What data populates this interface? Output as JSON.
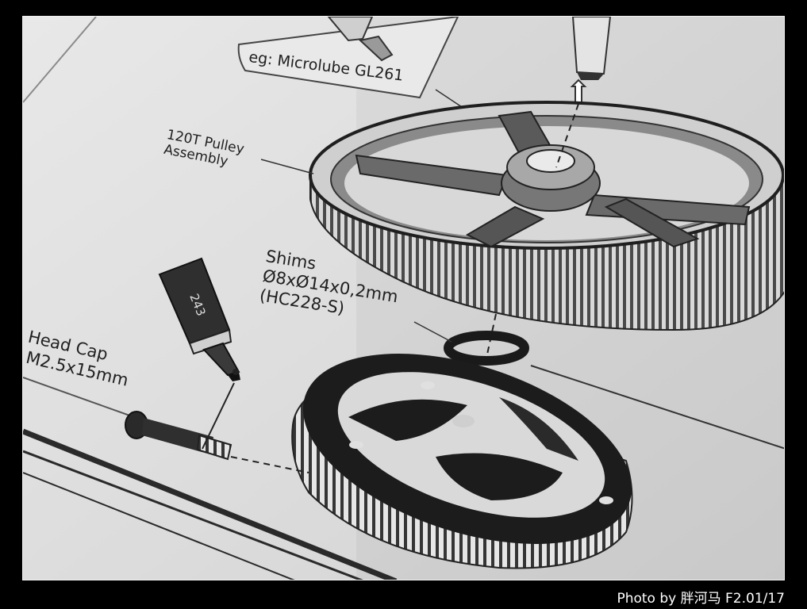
{
  "lubricant_label": "eg: Microlube GL261",
  "pulley_label": [
    "120T Pulley",
    "Assembly"
  ],
  "shims_label": [
    "Shims",
    "Ø8xØ14x0,2mm",
    "(HC228-S)"
  ],
  "screw_label": [
    "Head Cap",
    "r M2.5x15mm"
  ],
  "threadlock_bottle_label": "243",
  "photo_credit": "Photo by 胖河马 F2.01/17"
}
